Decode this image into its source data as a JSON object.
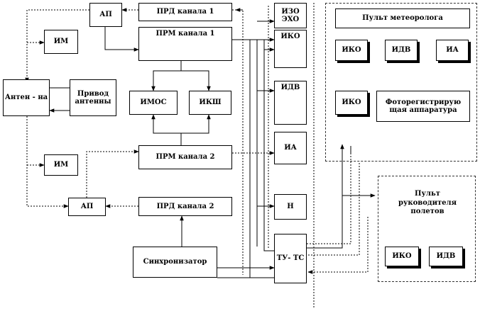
{
  "blocks": {
    "ap_top": "АП",
    "prd1": "ПРД канала 1",
    "prm1": "ПРМ канала 1",
    "im_top": "ИМ",
    "antenna": "Антен - на",
    "drive": "Привод антенны",
    "imos": "ИМОС",
    "iksh": "ИКШ",
    "prm2": "ПРМ канала 2",
    "im_bottom": "ИМ",
    "ap_bottom": "АП",
    "prd2": "ПРД канала 2",
    "sync": "Синхронизатор",
    "izo": "ИЗО ЭХО",
    "iko_col": "ИКО",
    "idv_col": "ИДВ",
    "ia_col": "ИА",
    "n": "Н",
    "tuts": "ТУ- ТС"
  },
  "meteo_panel": {
    "title": "Пульт метеоролога",
    "iko": "ИКО",
    "idv": "ИДВ",
    "ia": "ИА",
    "iko2": "ИКО",
    "photo": "Фоторегистрирую щая аппаратура"
  },
  "flight_panel": {
    "title": "Пульт руководителя полетов",
    "iko": "ИКО",
    "idv": "ИДВ"
  }
}
